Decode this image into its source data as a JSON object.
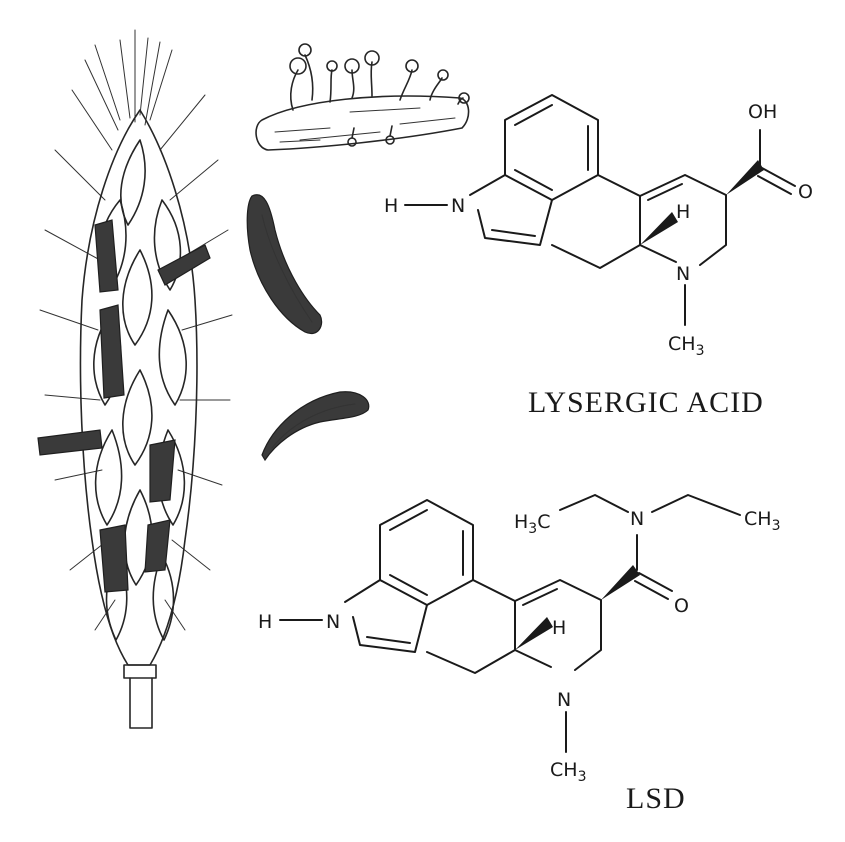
{
  "captions": {
    "lysergic_acid": "LYSERGIC ACID",
    "lsd": "LSD"
  },
  "molecule_1": {
    "atoms": {
      "hydroxyl": "OH",
      "carbonyl_o": "O",
      "indole_h": "H",
      "indole_n": "N",
      "stereo_h": "H",
      "ring_n": "N",
      "methyl": "CH",
      "methyl_sub": "3"
    }
  },
  "molecule_2": {
    "atoms": {
      "amide_n": "N",
      "left_ethyl": "H",
      "left_ethyl_sub": "3",
      "left_ethyl_c": "C",
      "right_ethyl": "CH",
      "right_ethyl_sub": "3",
      "carbonyl_o": "O",
      "indole_h": "H",
      "indole_n": "N",
      "stereo_h": "H",
      "ring_n": "N",
      "methyl": "CH",
      "methyl_sub": "3"
    }
  },
  "colors": {
    "ink": "#1a1a1a",
    "ergot": "#3a3a3a",
    "background": "#ffffff"
  }
}
